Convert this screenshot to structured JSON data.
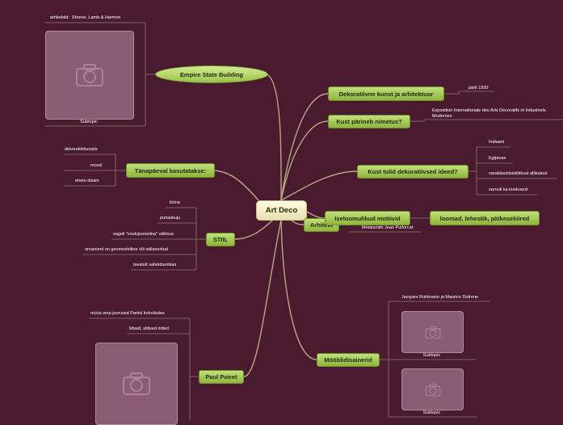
{
  "center": {
    "label": "Art Deco"
  },
  "empire": {
    "label": "Empire State Building",
    "arch_label": "arhitektid:",
    "arch_value": "Shreve, Lamb & Harmon",
    "image_caption": "Subtopic",
    "image_icon": "camera-icon"
  },
  "tanapaeval": {
    "label": "Tänapäeval kasutatakse:",
    "items": [
      "dekoratiivkunstis",
      "mood",
      "ehete disain"
    ]
  },
  "stiil": {
    "label": "STIIL",
    "items": [
      "liirina",
      "puhaskuju",
      "sageli \"voolujoonelina\" välimus",
      "ornament on geomeetriline või stiliseeritud",
      "tavatult vahelduerikas"
    ]
  },
  "poiret": {
    "label": "Paul Poiret",
    "items": [
      "müüs oma joonised Pariisi kohvikutes",
      "liitsed, stiilsed riided"
    ],
    "image_icon": "camera-icon"
  },
  "dekoratiivne": {
    "label": "Dekoratiivne kunst ja arhitektuur",
    "note": "pärit 1920"
  },
  "parineb": {
    "label": "Kust pärineb nimetus?",
    "note": "Exposition Internationale des Arts Décoratifs et Industriels Modernes"
  },
  "ideed": {
    "label": "Kust tulid dekoratiivsed ideed?",
    "items": [
      "Indiaani",
      "Egiptuse",
      "varaklassitsistlikkust allikatest",
      "sarnuli ka loodusest"
    ]
  },
  "arhitekt": {
    "label": "Arhitekt",
    "note": "Metalsmith Jean Puiforcat"
  },
  "motiivid": {
    "label": "Iseloomulikud motiivid",
    "child": "loomad, lehestik, päikesekiired"
  },
  "mooblid": {
    "label": "Mööblidisainerid",
    "note": "Jacques Ruhlmann ja Maurice Dufrene",
    "captions": [
      "Subtopic",
      "Subtopic"
    ],
    "image_icon": "camera-icon"
  },
  "colors": {
    "background": "#4a1a2f",
    "node_green": "#a8cc5a",
    "center": "#f5efc4",
    "link": "#b8a886"
  }
}
